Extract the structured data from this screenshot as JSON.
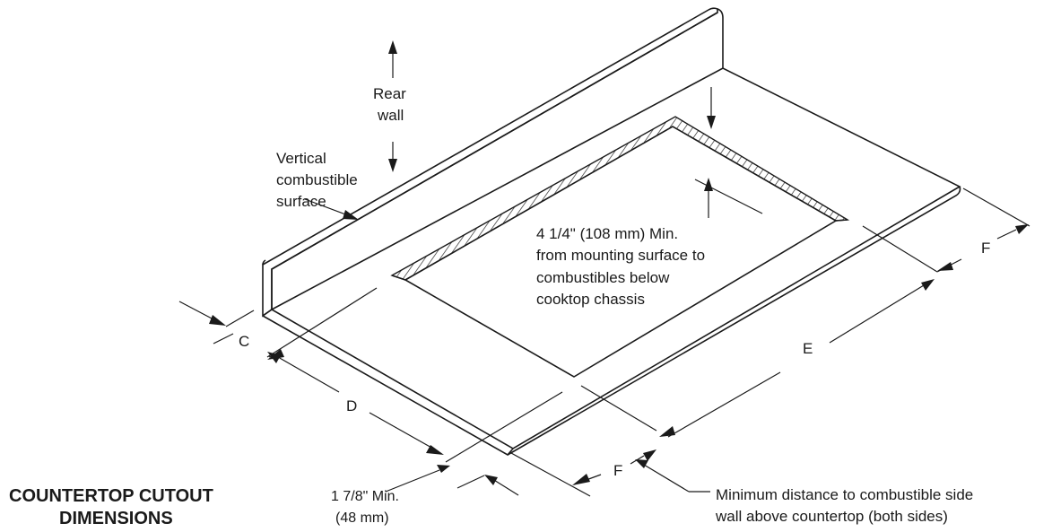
{
  "title": {
    "line1": "COUNTERTOP CUTOUT",
    "line2": "DIMENSIONS"
  },
  "labels": {
    "rear_wall_line1": "Rear",
    "rear_wall_line2": "wall",
    "vertical_line1": "Vertical",
    "vertical_line2": "combustible",
    "vertical_line3": "surface",
    "clearance_line1": "4 1/4\" (108 mm) Min.",
    "clearance_line2": "from mounting surface to",
    "clearance_line3": "combustibles below",
    "clearance_line4": "cooktop chassis",
    "dim_c": "C",
    "dim_d": "D",
    "dim_e": "E",
    "dim_f_right": "F",
    "dim_f_bottom": "F",
    "front_min_line1": "1 7/8\" Min.",
    "front_min_line2": "(48 mm)",
    "side_note_line1": "Minimum distance to combustible side",
    "side_note_line2": "wall above countertop (both sides)"
  }
}
